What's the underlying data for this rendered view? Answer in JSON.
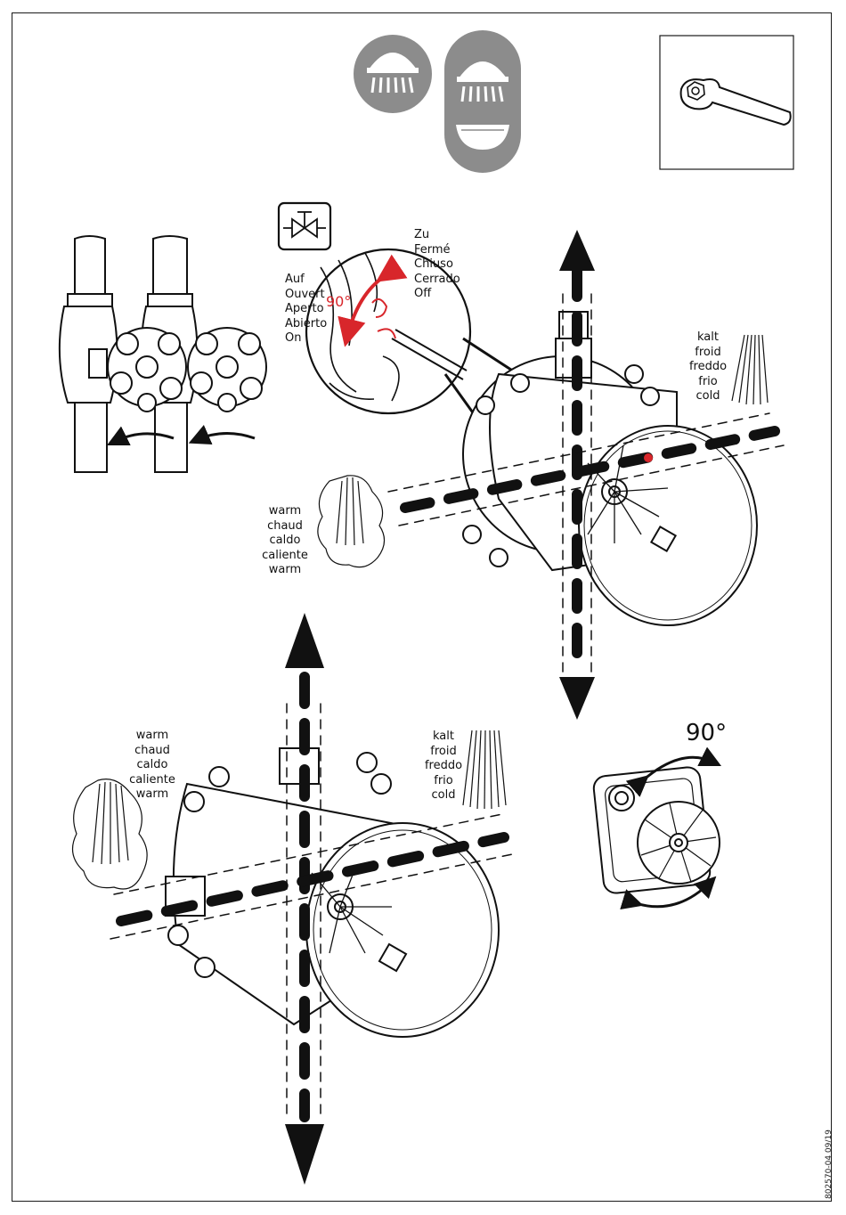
{
  "labels": {
    "closed": [
      "Zu",
      "Fermé",
      "Chiuso",
      "Cerrado",
      "Off"
    ],
    "open": [
      "Auf",
      "Ouvert",
      "Aperto",
      "Abierto",
      "On"
    ],
    "cold_top": [
      "kalt",
      "froid",
      "freddo",
      "frio",
      "cold"
    ],
    "warm_top": [
      "warm",
      "chaud",
      "caldo",
      "caliente",
      "warm"
    ],
    "warm_bottom": [
      "warm",
      "chaud",
      "caldo",
      "caliente",
      "warm"
    ],
    "cold_bottom": [
      "kalt",
      "froid",
      "freddo",
      "frio",
      "cold"
    ],
    "angle_turn": "90°",
    "angle_valve": "90°"
  },
  "doc_number": "802570-04 09/19",
  "icons": {
    "shower": "shower-head-icon",
    "shower_bath": "shower-and-bathtub-icon",
    "tool": "wrench-icon",
    "shutoff": "shutoff-valve-icon"
  },
  "colors": {
    "accent": "#d8262b",
    "badge": "#8c8c8c",
    "ink": "#1a1a1a"
  }
}
